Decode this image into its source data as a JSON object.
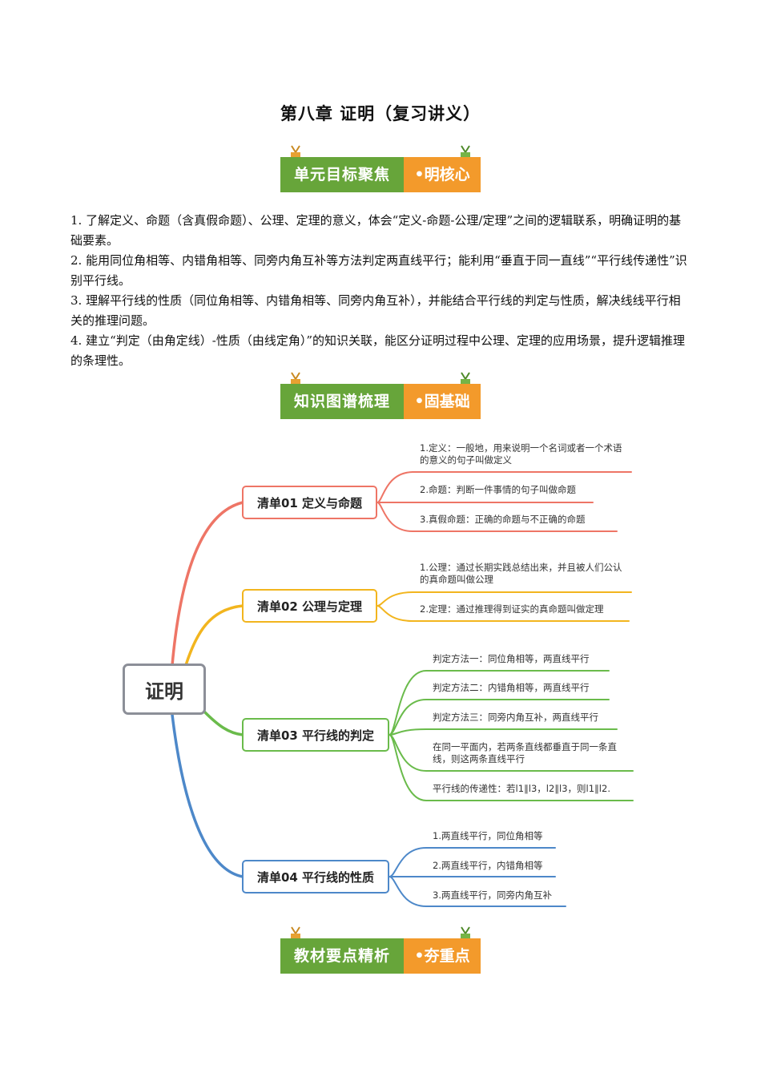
{
  "title": "第八章  证明（复习讲义）",
  "banners": [
    {
      "main": "单元目标聚焦",
      "tag": "•明核心"
    },
    {
      "main": "知识图谱梳理",
      "tag": "•固基础"
    },
    {
      "main": "教材要点精析",
      "tag": "•夯重点"
    }
  ],
  "goals": [
    "1. 了解定义、命题（含真假命题）、公理、定理的意义，体会“定义-命题-公理/定理”之间的逻辑联系，明确证明的基础要素。",
    "2. 能用同位角相等、内错角相等、同旁内角互补等方法判定两直线平行；能利用“垂直于同一直线”“平行线传递性”识别平行线。",
    "3. 理解平行线的性质（同位角相等、内错角相等、同旁内角互补），并能结合平行线的判定与性质，解决线线平行相关的推理问题。",
    "4. 建立“判定（由角定线）-性质（由线定角）”的知识关联，能区分证明过程中公理、定理的应用场景，提升逻辑推理的条理性。"
  ],
  "mindmap": {
    "root": "证明",
    "branches": [
      {
        "label": "清单01 定义与命题",
        "color": "#ee7566",
        "leaves": [
          "1.定义：一般地，用来说明一个名词或者一个术语的意义的句子叫做定义",
          "2.命题：判断一件事情的句子叫做命题",
          "3.真假命题：正确的命题与不正确的命题"
        ]
      },
      {
        "label": "清单02 公理与定理",
        "color": "#f2b51e",
        "leaves": [
          "1.公理：通过长期实践总结出来，并且被人们公认的真命题叫做公理",
          "2.定理：通过推理得到证实的真命题叫做定理"
        ]
      },
      {
        "label": "清单03 平行线的判定",
        "color": "#6abb4b",
        "leaves": [
          "判定方法一：同位角相等，两直线平行",
          "判定方法二：内错角相等，两直线平行",
          "判定方法三：同旁内角互补，两直线平行",
          "在同一平面内，若两条直线都垂直于同一条直线，则这两条直线平行",
          "平行线的传递性：若l1∥l3，l2∥l3，则l1∥l2."
        ]
      },
      {
        "label": "清单04 平行线的性质",
        "color": "#4d88c9",
        "leaves": [
          "1.两直线平行，同位角相等",
          "2.两直线平行，内错角相等",
          "3.两直线平行，同旁内角互补"
        ]
      }
    ]
  }
}
